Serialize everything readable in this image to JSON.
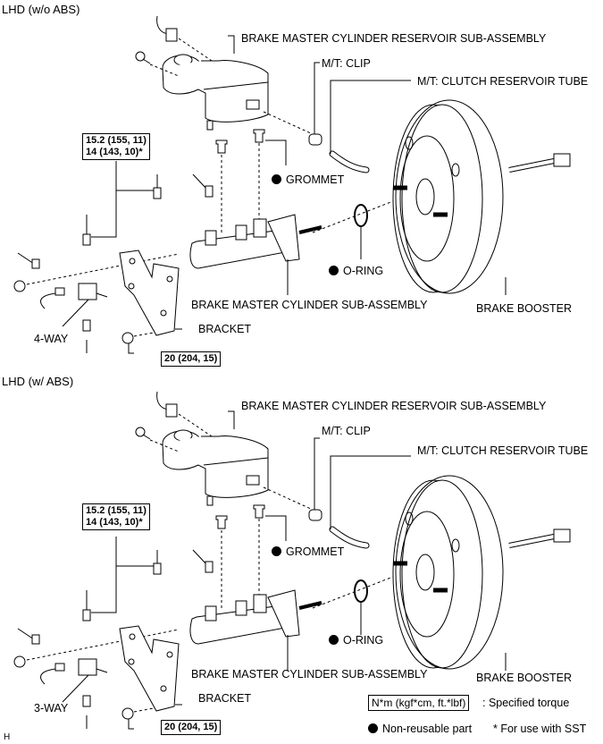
{
  "diagrams": [
    {
      "title": "LHD (w/o ABS)",
      "labels": {
        "reservoir": "BRAKE MASTER CYLINDER RESERVOIR SUB-ASSEMBLY",
        "clip": "M/T: CLIP",
        "clutch_tube": "M/T: CLUTCH RESERVOIR TUBE",
        "grommet": "GROMMET",
        "o_ring": "O-RING",
        "master_cylinder": "BRAKE MASTER CYLINDER SUB-ASSEMBLY",
        "booster": "BRAKE BOOSTER",
        "bracket": "BRACKET",
        "joint": "4-WAY"
      },
      "torque_brake_line": [
        "15.2 (155, 11)",
        "14 (143, 10)*"
      ],
      "torque_nut": "20 (204, 15)"
    },
    {
      "title": "LHD (w/ ABS)",
      "labels": {
        "reservoir": "BRAKE MASTER CYLINDER RESERVOIR SUB-ASSEMBLY",
        "clip": "M/T: CLIP",
        "clutch_tube": "M/T: CLUTCH RESERVOIR TUBE",
        "grommet": "GROMMET",
        "o_ring": "O-RING",
        "master_cylinder": "BRAKE MASTER CYLINDER SUB-ASSEMBLY",
        "booster": "BRAKE BOOSTER",
        "bracket": "BRACKET",
        "joint": "3-WAY"
      },
      "torque_brake_line": [
        "15.2 (155, 11)",
        "14 (143, 10)*"
      ],
      "torque_nut": "20 (204, 15)"
    }
  ],
  "legend": {
    "torque_unit": "N*m (kgf*cm, ft.*lbf)",
    "torque_desc": ": Specified torque",
    "non_reusable": "Non-reusable part",
    "sst_note": "* For use with SST"
  },
  "corner_mark": "H"
}
